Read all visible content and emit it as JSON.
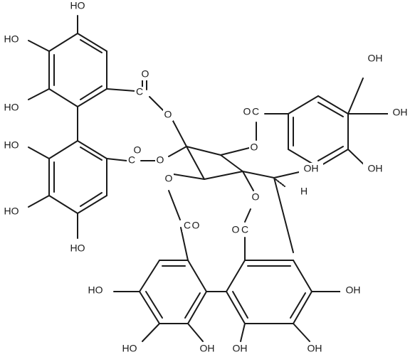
{
  "diagram": {
    "labels": {
      "oh_top_ring1": "HO",
      "oh_left_ring1_a": "HO",
      "oh_left_ring1_b": "HO",
      "oh_left_ring2_a": "HO",
      "oh_left_ring2_b": "HO",
      "oh_bottom_ring2": "HO",
      "ester1_c": "C",
      "ester1_o_carbonyl": "O",
      "ester1_o_link": "O",
      "ester2_c": "C",
      "ester2_o_carbonyl": "O",
      "ester2_o_link": "O",
      "gallate_c": "C",
      "gallate_o_carbonyl": "O",
      "gallate_o_link": "O",
      "gallate_oh_a": "OH",
      "gallate_oh_b": "OH",
      "gallate_oh_c": "OH",
      "sugar_oh": "OH",
      "sugar_h": "H",
      "ester3_o_link": "O",
      "ester3_c": "C",
      "ester3_o_carbonyl": "O",
      "ester4_o_link": "O",
      "ester4_c": "C",
      "ester4_o_carbonyl": "O",
      "bottom_oh_left": "HO",
      "bottom_oh_right": "OH",
      "bottom_oh_b1": "HO",
      "bottom_oh_b2": "OH",
      "bottom_oh_b3": "OH",
      "bottom_oh_b4": "OH"
    }
  }
}
